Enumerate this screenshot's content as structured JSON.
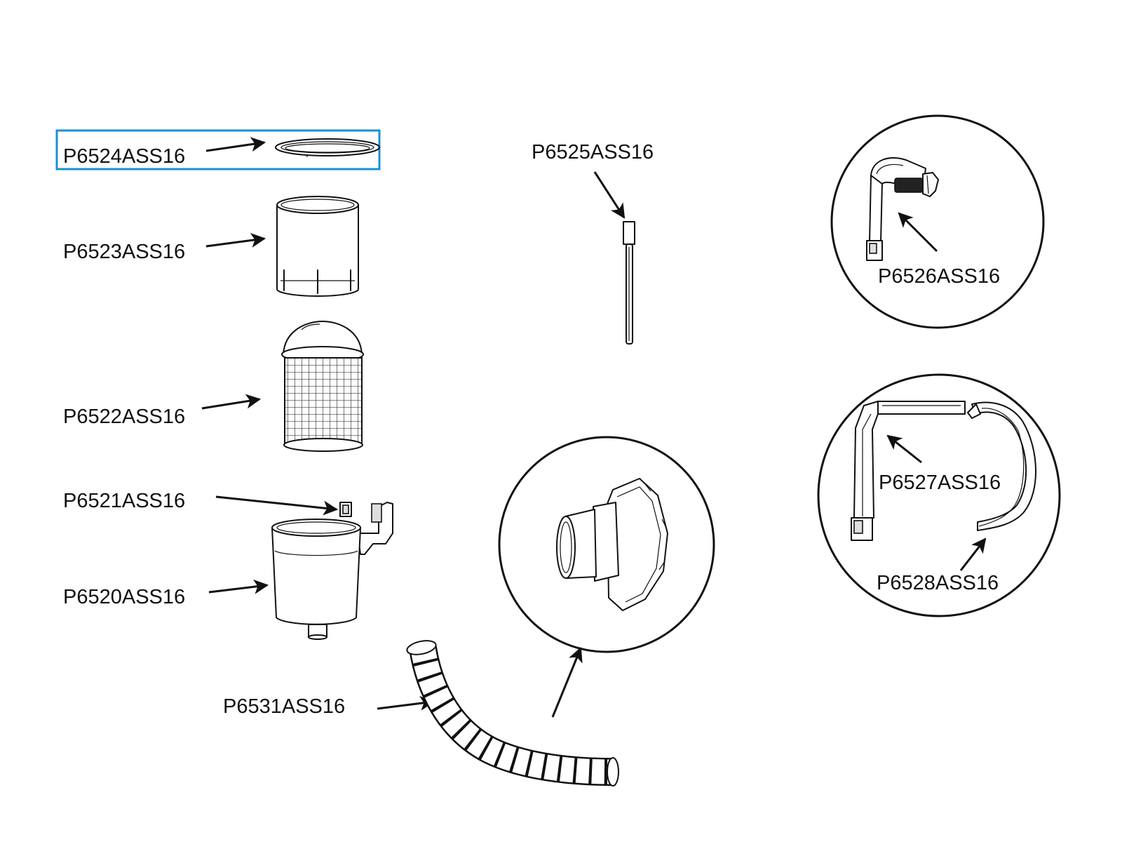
{
  "highlight": {
    "part": "P6524ASS16",
    "color": "#1a8fd6"
  },
  "parts": {
    "p6524": {
      "code": "P6524ASS16",
      "icon": "lid-ring-icon"
    },
    "p6523": {
      "code": "P6523ASS16",
      "icon": "skimmer-cover-icon"
    },
    "p6522": {
      "code": "P6522ASS16",
      "icon": "filter-cartridge-icon"
    },
    "p6521": {
      "code": "P6521ASS16",
      "icon": "clip-icon"
    },
    "p6520": {
      "code": "P6520ASS16",
      "icon": "skimmer-housing-icon"
    },
    "p6525": {
      "code": "P6525ASS16",
      "icon": "rod-icon"
    },
    "p6526": {
      "code": "P6526ASS16",
      "icon": "hanger-bracket-icon"
    },
    "p6527": {
      "code": "P6527ASS16",
      "icon": "support-arm-icon"
    },
    "p6528": {
      "code": "P6528ASS16",
      "icon": "curved-arm-icon"
    },
    "p6531": {
      "code": "P6531ASS16",
      "icon": "hose-icon"
    }
  },
  "detail_views": [
    {
      "id": "connector",
      "icon": "hose-connector-icon"
    },
    {
      "id": "hanger",
      "icon": "hanger-bracket-icon"
    },
    {
      "id": "arms",
      "icon": "support-arm-icon"
    }
  ]
}
